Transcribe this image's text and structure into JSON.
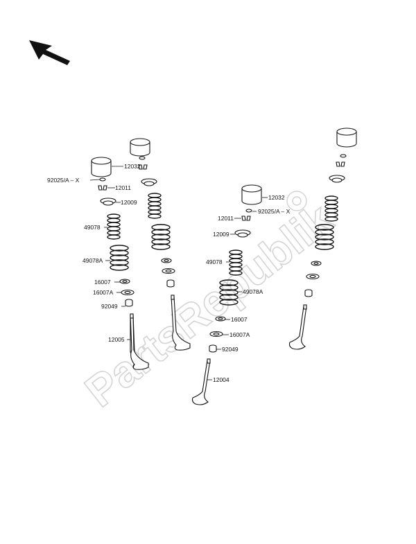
{
  "watermark": "PartsRepublik",
  "labels": {
    "left_12032": "12032",
    "left_92025": "92025/A – X",
    "left_12011": "12011",
    "left_12009": "12009",
    "left_49078": "49078",
    "left_49078A": "49078A",
    "left_16007": "16007",
    "left_16007A": "16007A",
    "left_92049": "92049",
    "left_12005": "12005",
    "mid_12032": "12032",
    "mid_92025": "92025/A – X",
    "mid_12011": "12011",
    "mid_12009": "12009",
    "mid_49078": "49078",
    "mid_49078A": "49078A",
    "mid_16007": "16007",
    "mid_16007A": "16007A",
    "mid_92049": "92049",
    "mid_12004": "12004"
  },
  "colors": {
    "ink": "#111111",
    "watermark": "#d4d4d4"
  }
}
